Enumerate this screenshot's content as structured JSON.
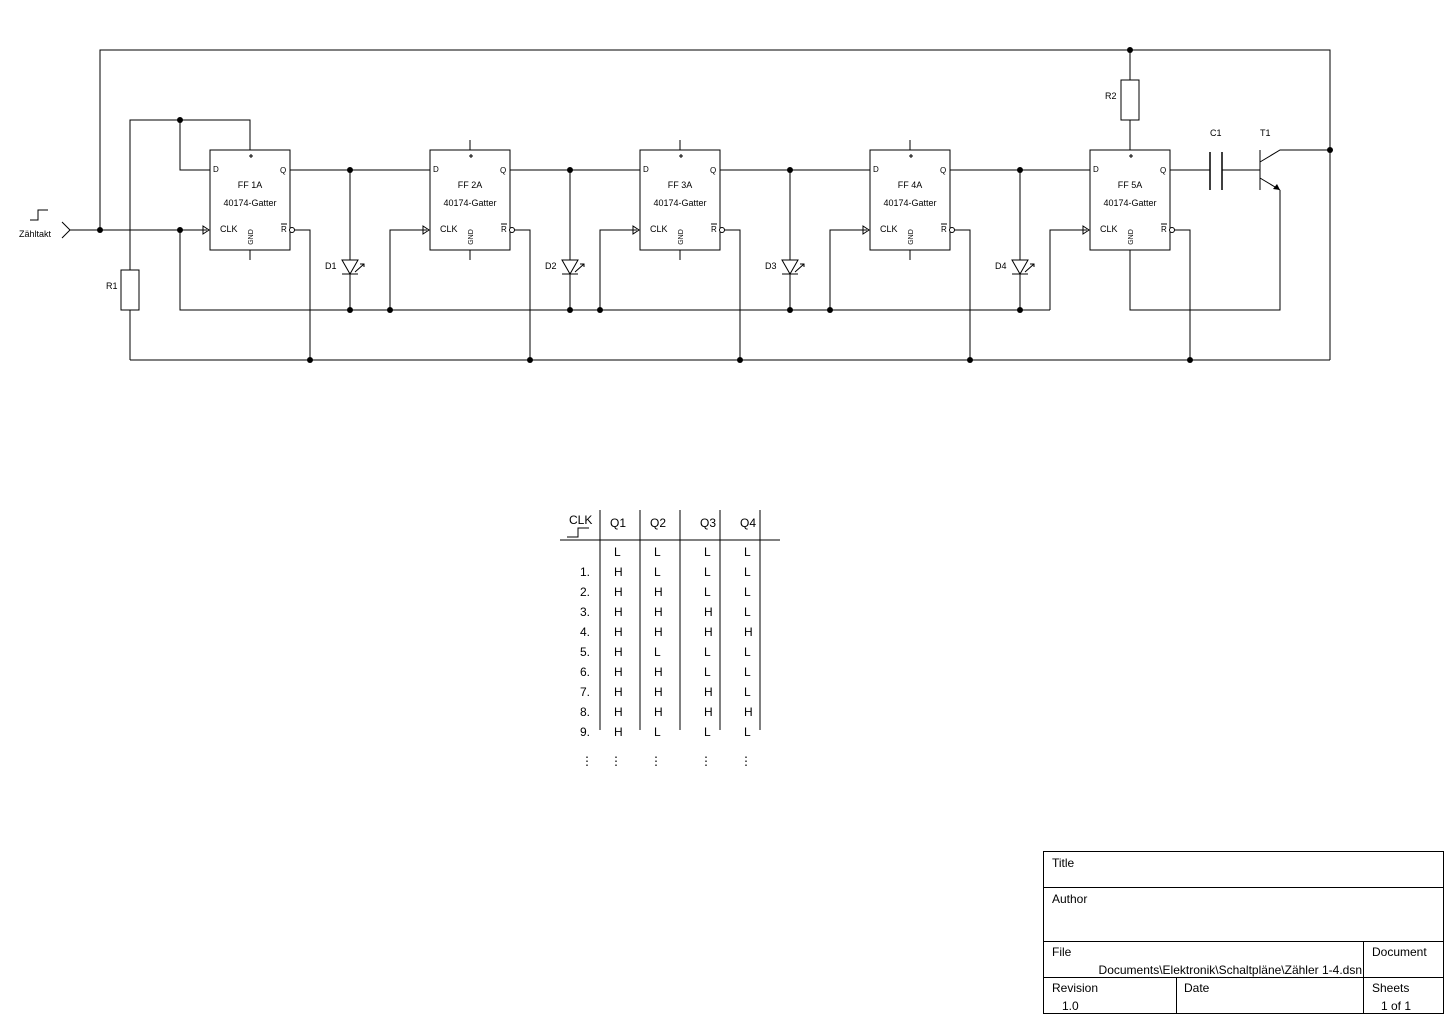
{
  "schematic": {
    "input_label": "Zähltakt",
    "resistors": {
      "r1": "R1",
      "r2": "R2"
    },
    "capacitor": "C1",
    "transistor": "T1",
    "flipflops": [
      {
        "name": "FF 1A",
        "type": "40174-Gatter"
      },
      {
        "name": "FF 2A",
        "type": "40174-Gatter"
      },
      {
        "name": "FF 3A",
        "type": "40174-Gatter"
      },
      {
        "name": "FF 4A",
        "type": "40174-Gatter"
      },
      {
        "name": "FF 5A",
        "type": "40174-Gatter"
      }
    ],
    "pins": {
      "d": "D",
      "q": "Q",
      "clk": "CLK",
      "gnd": "GND",
      "r": "R"
    },
    "leds": [
      "D1",
      "D2",
      "D3",
      "D4"
    ]
  },
  "truth_table": {
    "headers": [
      "CLK",
      "Q1",
      "Q2",
      "Q3",
      "Q4"
    ],
    "rows": [
      [
        "",
        "L",
        "L",
        "L",
        "L"
      ],
      [
        "1.",
        "H",
        "L",
        "L",
        "L"
      ],
      [
        "2.",
        "H",
        "H",
        "L",
        "L"
      ],
      [
        "3.",
        "H",
        "H",
        "H",
        "L"
      ],
      [
        "4.",
        "H",
        "H",
        "H",
        "H"
      ],
      [
        "5.",
        "H",
        "L",
        "L",
        "L"
      ],
      [
        "6.",
        "H",
        "H",
        "L",
        "L"
      ],
      [
        "7.",
        "H",
        "H",
        "H",
        "L"
      ],
      [
        "8.",
        "H",
        "H",
        "H",
        "H"
      ],
      [
        "9.",
        "H",
        "L",
        "L",
        "L"
      ]
    ],
    "continuation": "⋮"
  },
  "title_block": {
    "title_label": "Title",
    "author_label": "Author",
    "file_label": "File",
    "file_value": "Documents\\Elektronik\\Schaltpläne\\Zähler 1-4.dsn",
    "document_label": "Document",
    "revision_label": "Revision",
    "revision_value": "1.0",
    "date_label": "Date",
    "sheets_label": "Sheets",
    "sheets_value": "1 of 1"
  }
}
